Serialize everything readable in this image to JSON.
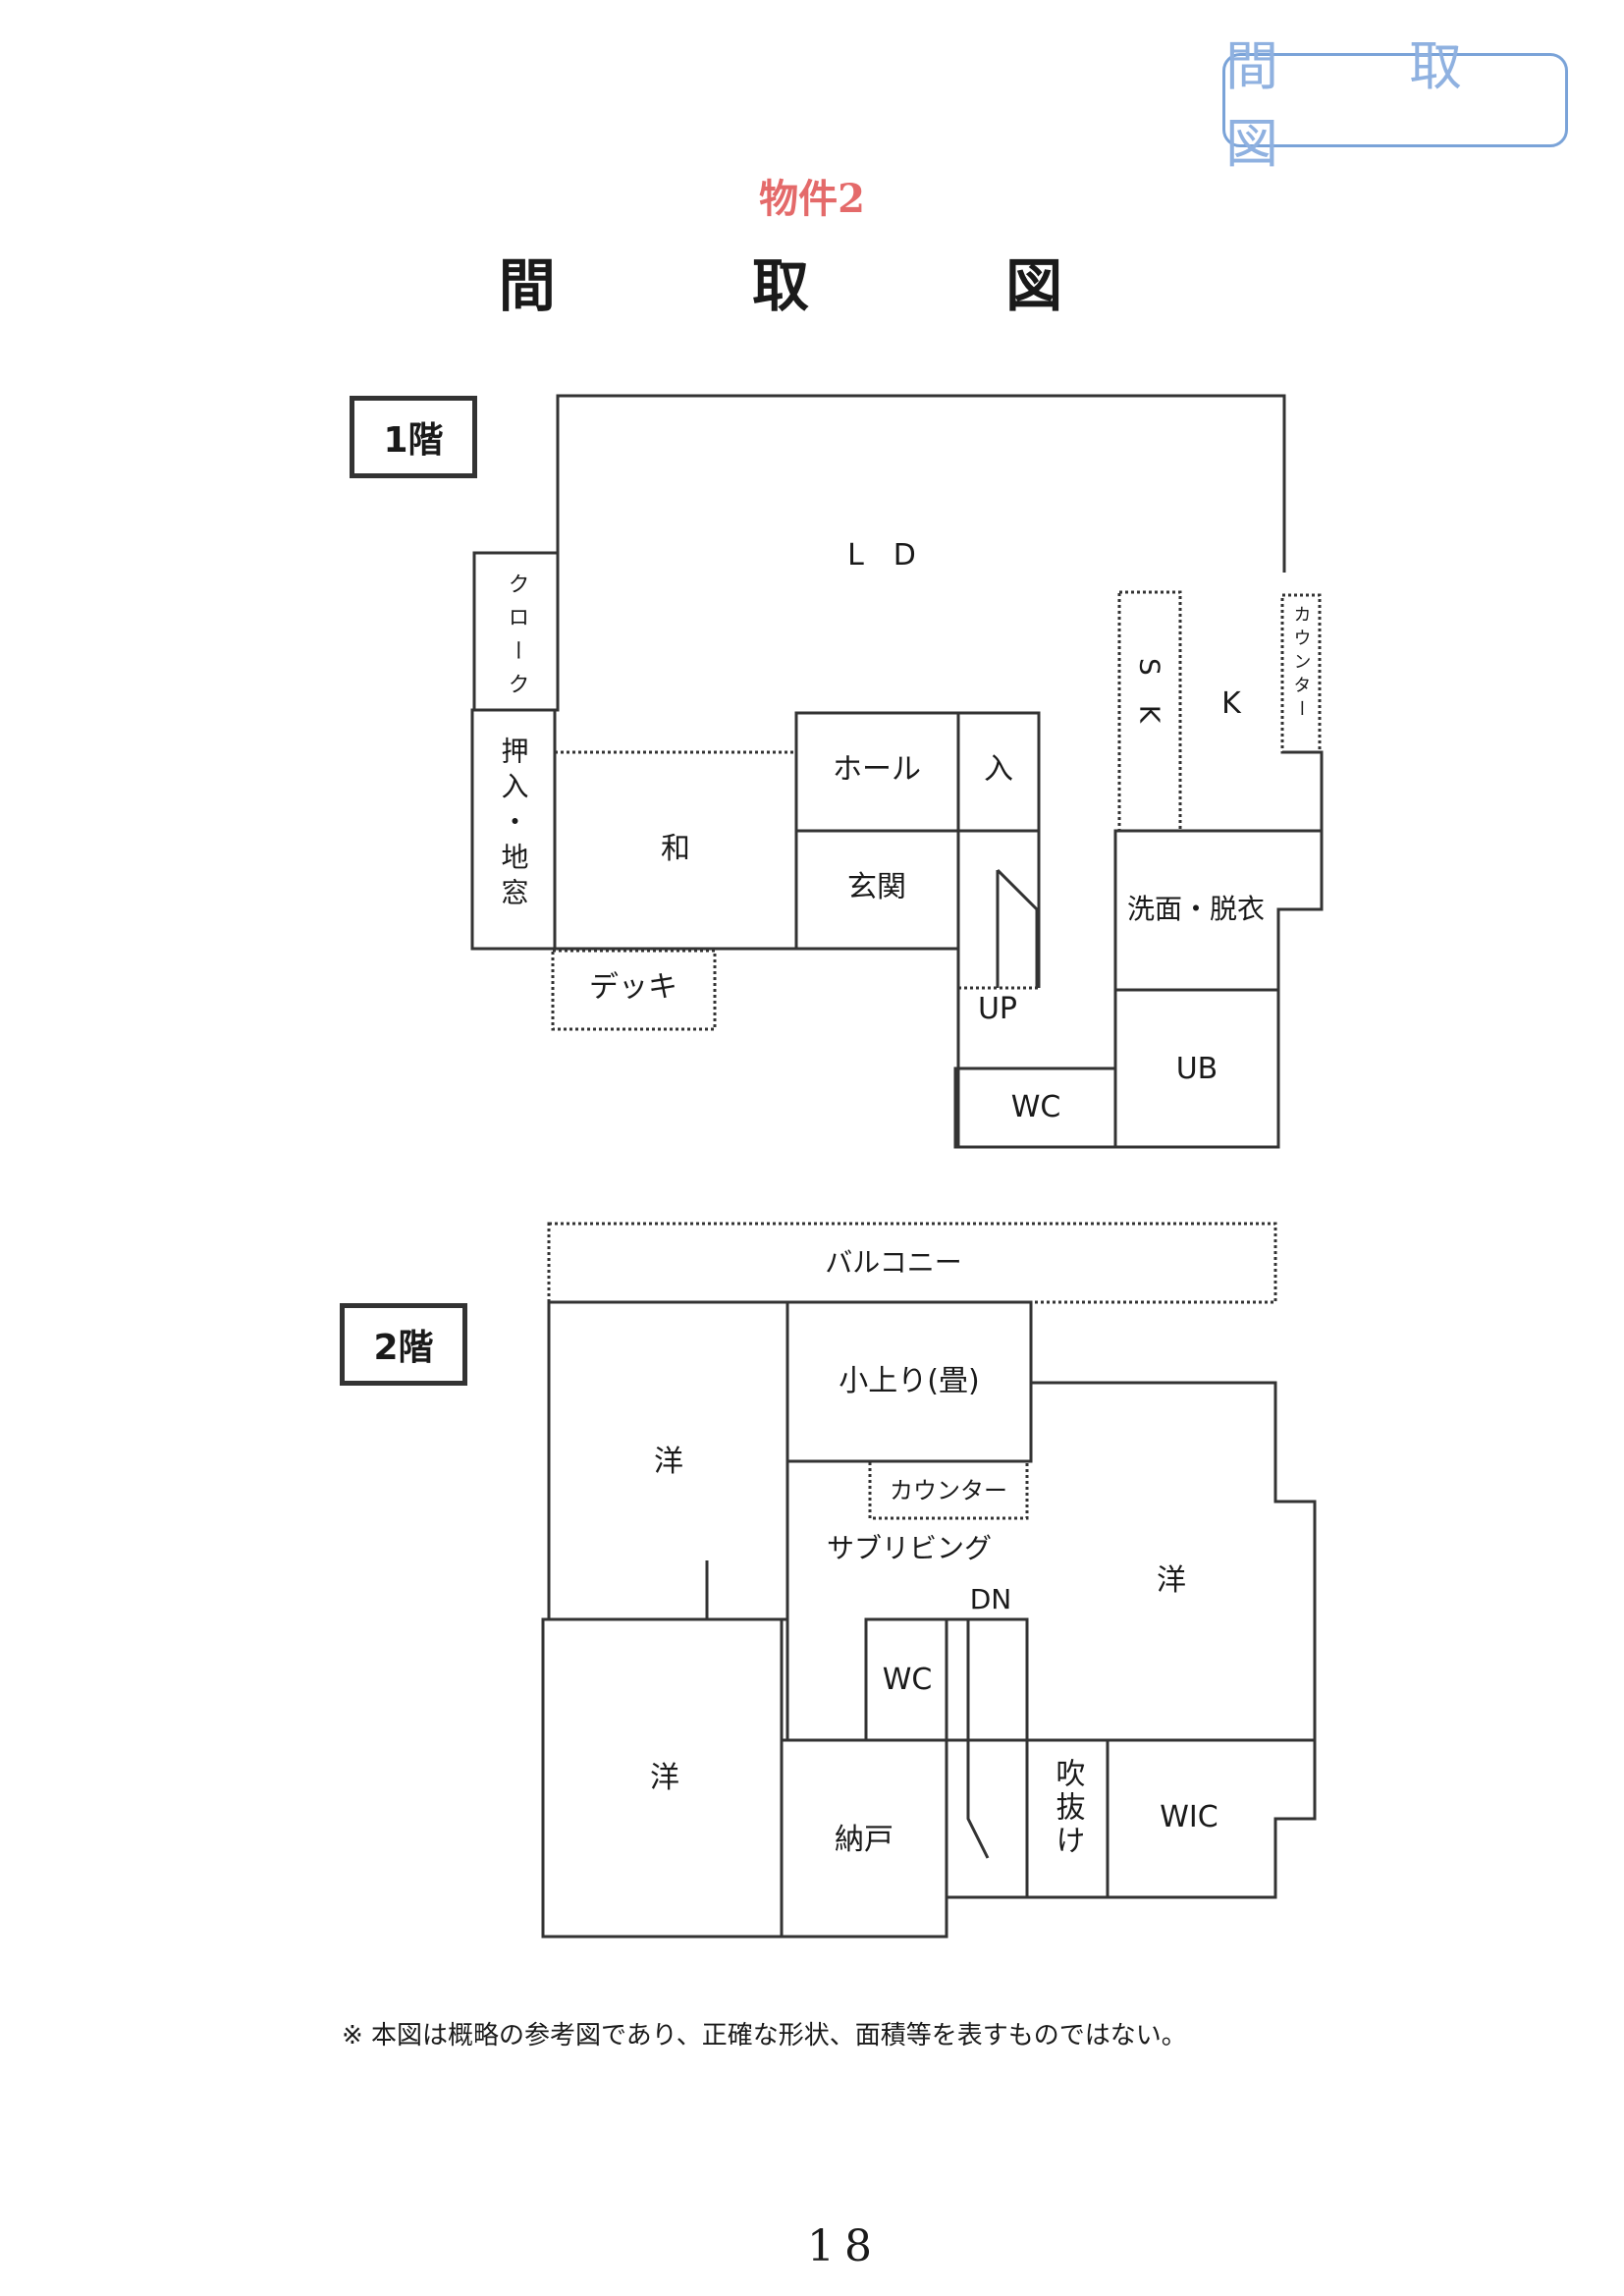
{
  "stamp": "間 取 図",
  "property_label": "物件2",
  "title": "間 取 図",
  "floor1": {
    "tag": "1階",
    "rooms": {
      "ld": "L　D",
      "cloak": "クローク",
      "closet": "押入・地窓",
      "washitsu": "和",
      "hall": "ホール",
      "entrance_in": "入",
      "genkan": "玄関",
      "sk": "SK",
      "k": "K",
      "counter": "カウンター",
      "senmen": "洗面・脱衣",
      "deck": "デッキ",
      "up": "UP",
      "wc": "WC",
      "ub": "UB"
    }
  },
  "floor2": {
    "tag": "2階",
    "rooms": {
      "balcony": "バルコニー",
      "yo_upper": "洋",
      "yo_lower": "洋",
      "koagari": "小上り(畳)",
      "counter": "カウンター",
      "sub_living": "サブリビング",
      "dn": "DN",
      "wc": "WC",
      "yo_right": "洋",
      "nando": "納戸",
      "fukinuke": "吹抜け",
      "wic": "WIC"
    }
  },
  "note": "※ 本図は概略の参考図であり、正確な形状、面積等を表すものではない。",
  "page_number": "18"
}
